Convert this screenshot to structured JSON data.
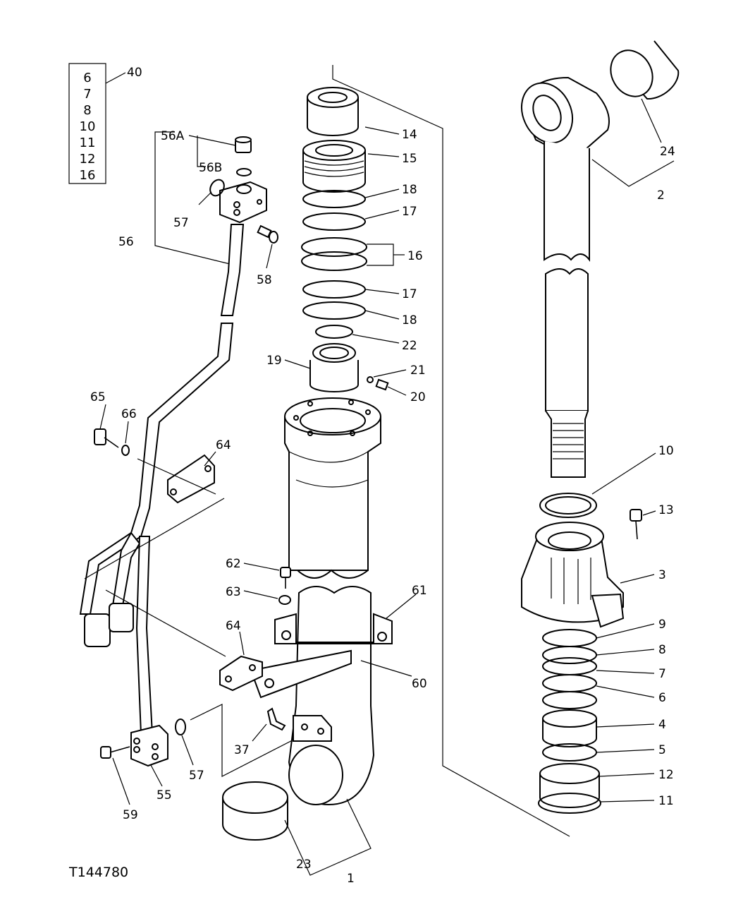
{
  "figure_id": "T144780",
  "kit": {
    "ref": "40",
    "items": [
      "6",
      "7",
      "8",
      "10",
      "11",
      "12",
      "16"
    ]
  },
  "callouts": {
    "c56A": "56A",
    "c56B": "56B",
    "c57a": "57",
    "c56": "56",
    "c58": "58",
    "c65": "65",
    "c66": "66",
    "c64a": "64",
    "c62": "62",
    "c63": "63",
    "c64b": "64",
    "c61": "61",
    "c60": "60",
    "c37": "37",
    "c57b": "57",
    "c55": "55",
    "c59": "59",
    "c23": "23",
    "c1": "1",
    "c14": "14",
    "c15": "15",
    "c18a": "18",
    "c17a": "17",
    "c16": "16",
    "c17b": "17",
    "c18b": "18",
    "c22": "22",
    "c19": "19",
    "c21": "21",
    "c20": "20",
    "c24": "24",
    "c2": "2",
    "c10": "10",
    "c13": "13",
    "c3": "3",
    "c9": "9",
    "c8": "8",
    "c7": "7",
    "c6": "6",
    "c4": "4",
    "c5": "5",
    "c12": "12",
    "c11": "11"
  }
}
